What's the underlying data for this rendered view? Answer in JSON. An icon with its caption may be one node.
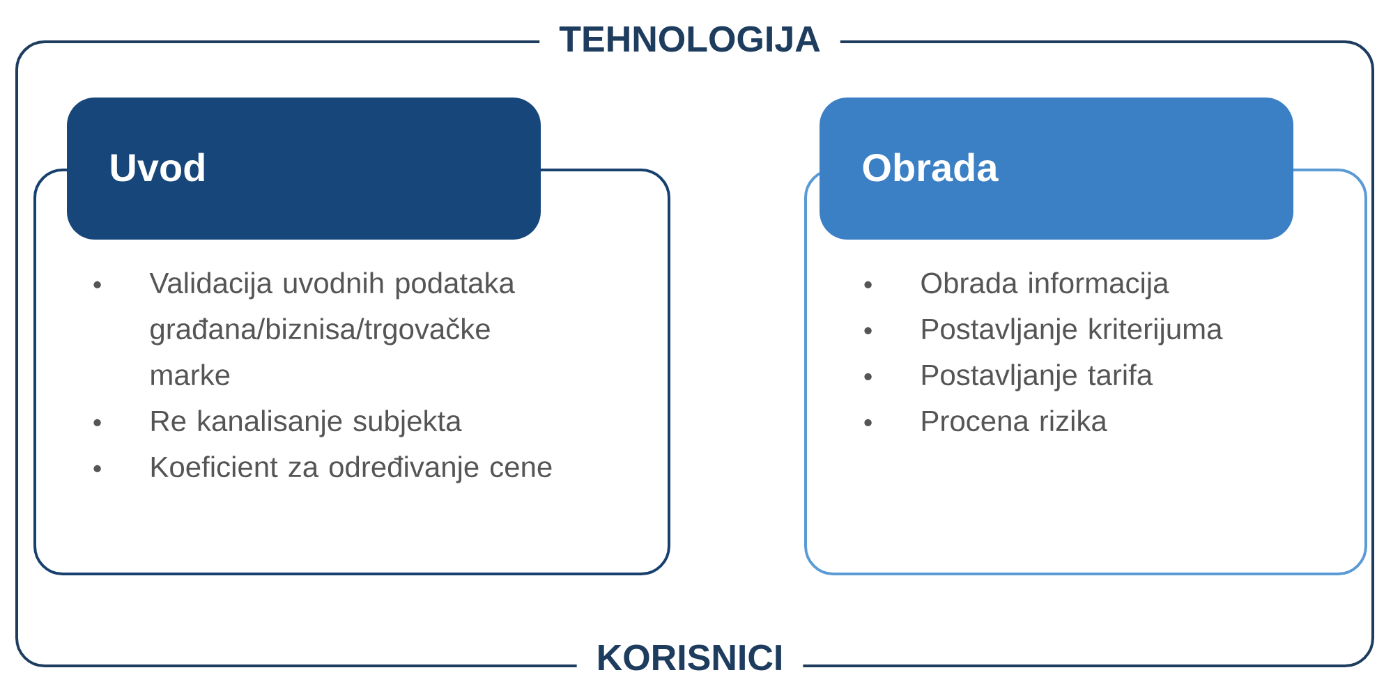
{
  "diagram": {
    "nodes": [
      {
        "text": [
          "TEHNOLOGIJA",
          "KORISNICI"
        ]
      },
      {
        "text": [
          "Uvod",
          "Validacija uvodnih podataka građana/biznisa/trgovačke marke",
          "Re kanalisanje subjekta",
          "Koeficient za određivanje cene"
        ],
        "in": 0
      },
      {
        "text": [
          "Obrada",
          "Obrada informacija",
          "Postavljanje kriterijuma",
          "Postavljanje tarifa",
          "Procena rizika"
        ],
        "in": 0
      }
    ]
  }
}
